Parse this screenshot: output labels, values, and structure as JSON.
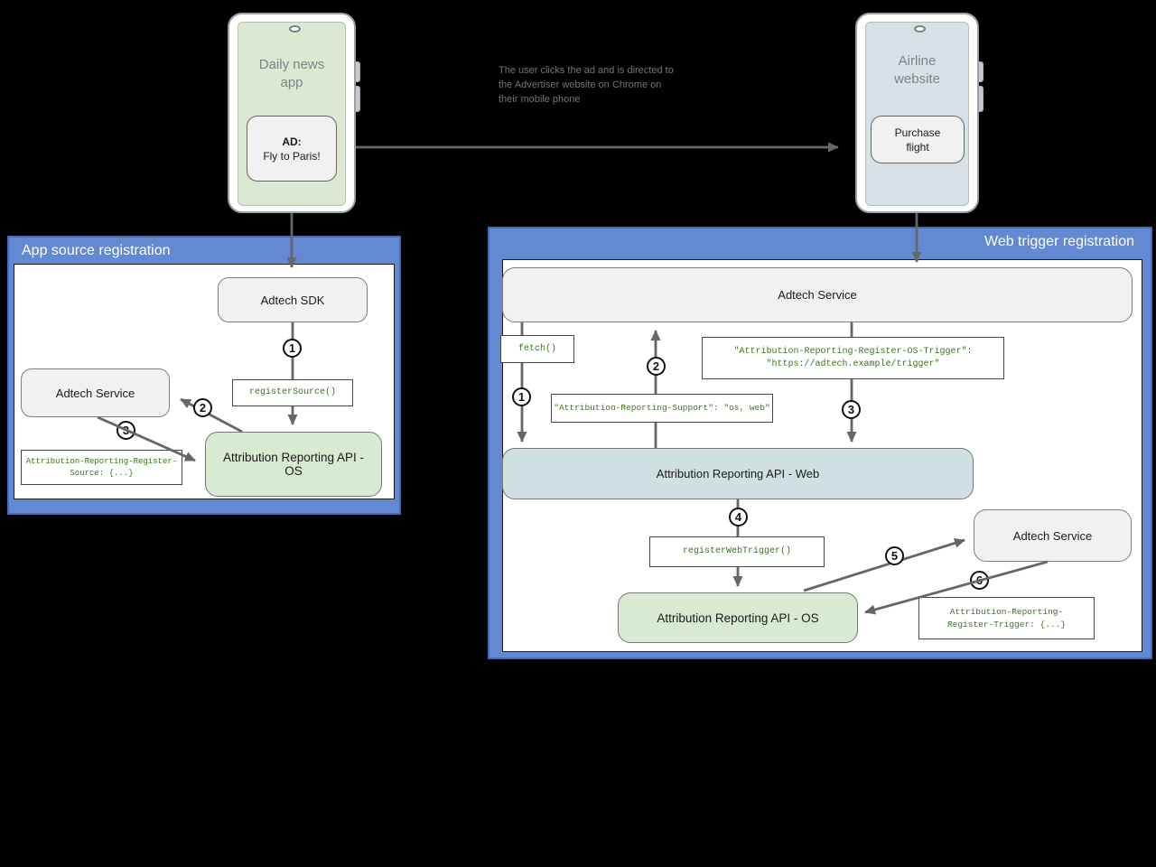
{
  "colors": {
    "panel_blue": "#6489d3",
    "panel_blue_border": "#3f6cc0",
    "node_green": "#d9ead3",
    "node_bluegray": "#d0dfe2",
    "node_gray": "#f1f1f1",
    "screen_green": "#dbe8d2",
    "screen_blue": "#d6e2e5",
    "code_green": "#38761d",
    "arrow_gray": "#666666",
    "text_gray": "#757575"
  },
  "phone_left": {
    "screen_line1": "Daily news",
    "screen_line2": "app",
    "ad_title": "AD:",
    "ad_text": "Fly to Paris!"
  },
  "phone_right": {
    "screen_line1": "Airline",
    "screen_line2": "website",
    "button_line1": "Purchase",
    "button_line2": "flight"
  },
  "annotation": {
    "line1": "The user clicks the ad and is directed to",
    "line2": "the Advertiser website on Chrome on",
    "line3": "their mobile phone"
  },
  "app_panel": {
    "title": "App source registration",
    "adtech_sdk": "Adtech SDK",
    "adtech_service": "Adtech Service",
    "register_source": "registerSource()",
    "api_os": "Attribution Reporting API - OS",
    "code_line1": "Attribution-Reporting-Register-",
    "code_line2": "Source: {...}",
    "step1": "1",
    "step2": "2",
    "step3": "3"
  },
  "web_panel": {
    "title": "Web trigger registration",
    "adtech_service_top": "Adtech Service",
    "fetch_call": "fetch()",
    "os_trigger_line1": "\"Attribution-Reporting-Register-OS-Trigger\":",
    "os_trigger_line2": "\"https://adtech.example/trigger\"",
    "support_header": "\"Attribution-Reporting-Support\": \"os, web\"",
    "api_web": "Attribution Reporting API - Web",
    "register_web_trigger": "registerWebTrigger()",
    "api_os": "Attribution Reporting API - OS",
    "adtech_service_right": "Adtech Service",
    "trigger_code_line1": "Attribution-Reporting-",
    "trigger_code_line2": "Register-Trigger: {...}",
    "step1": "1",
    "step2": "2",
    "step3": "3",
    "step4": "4",
    "step5": "5",
    "step6": "6"
  }
}
